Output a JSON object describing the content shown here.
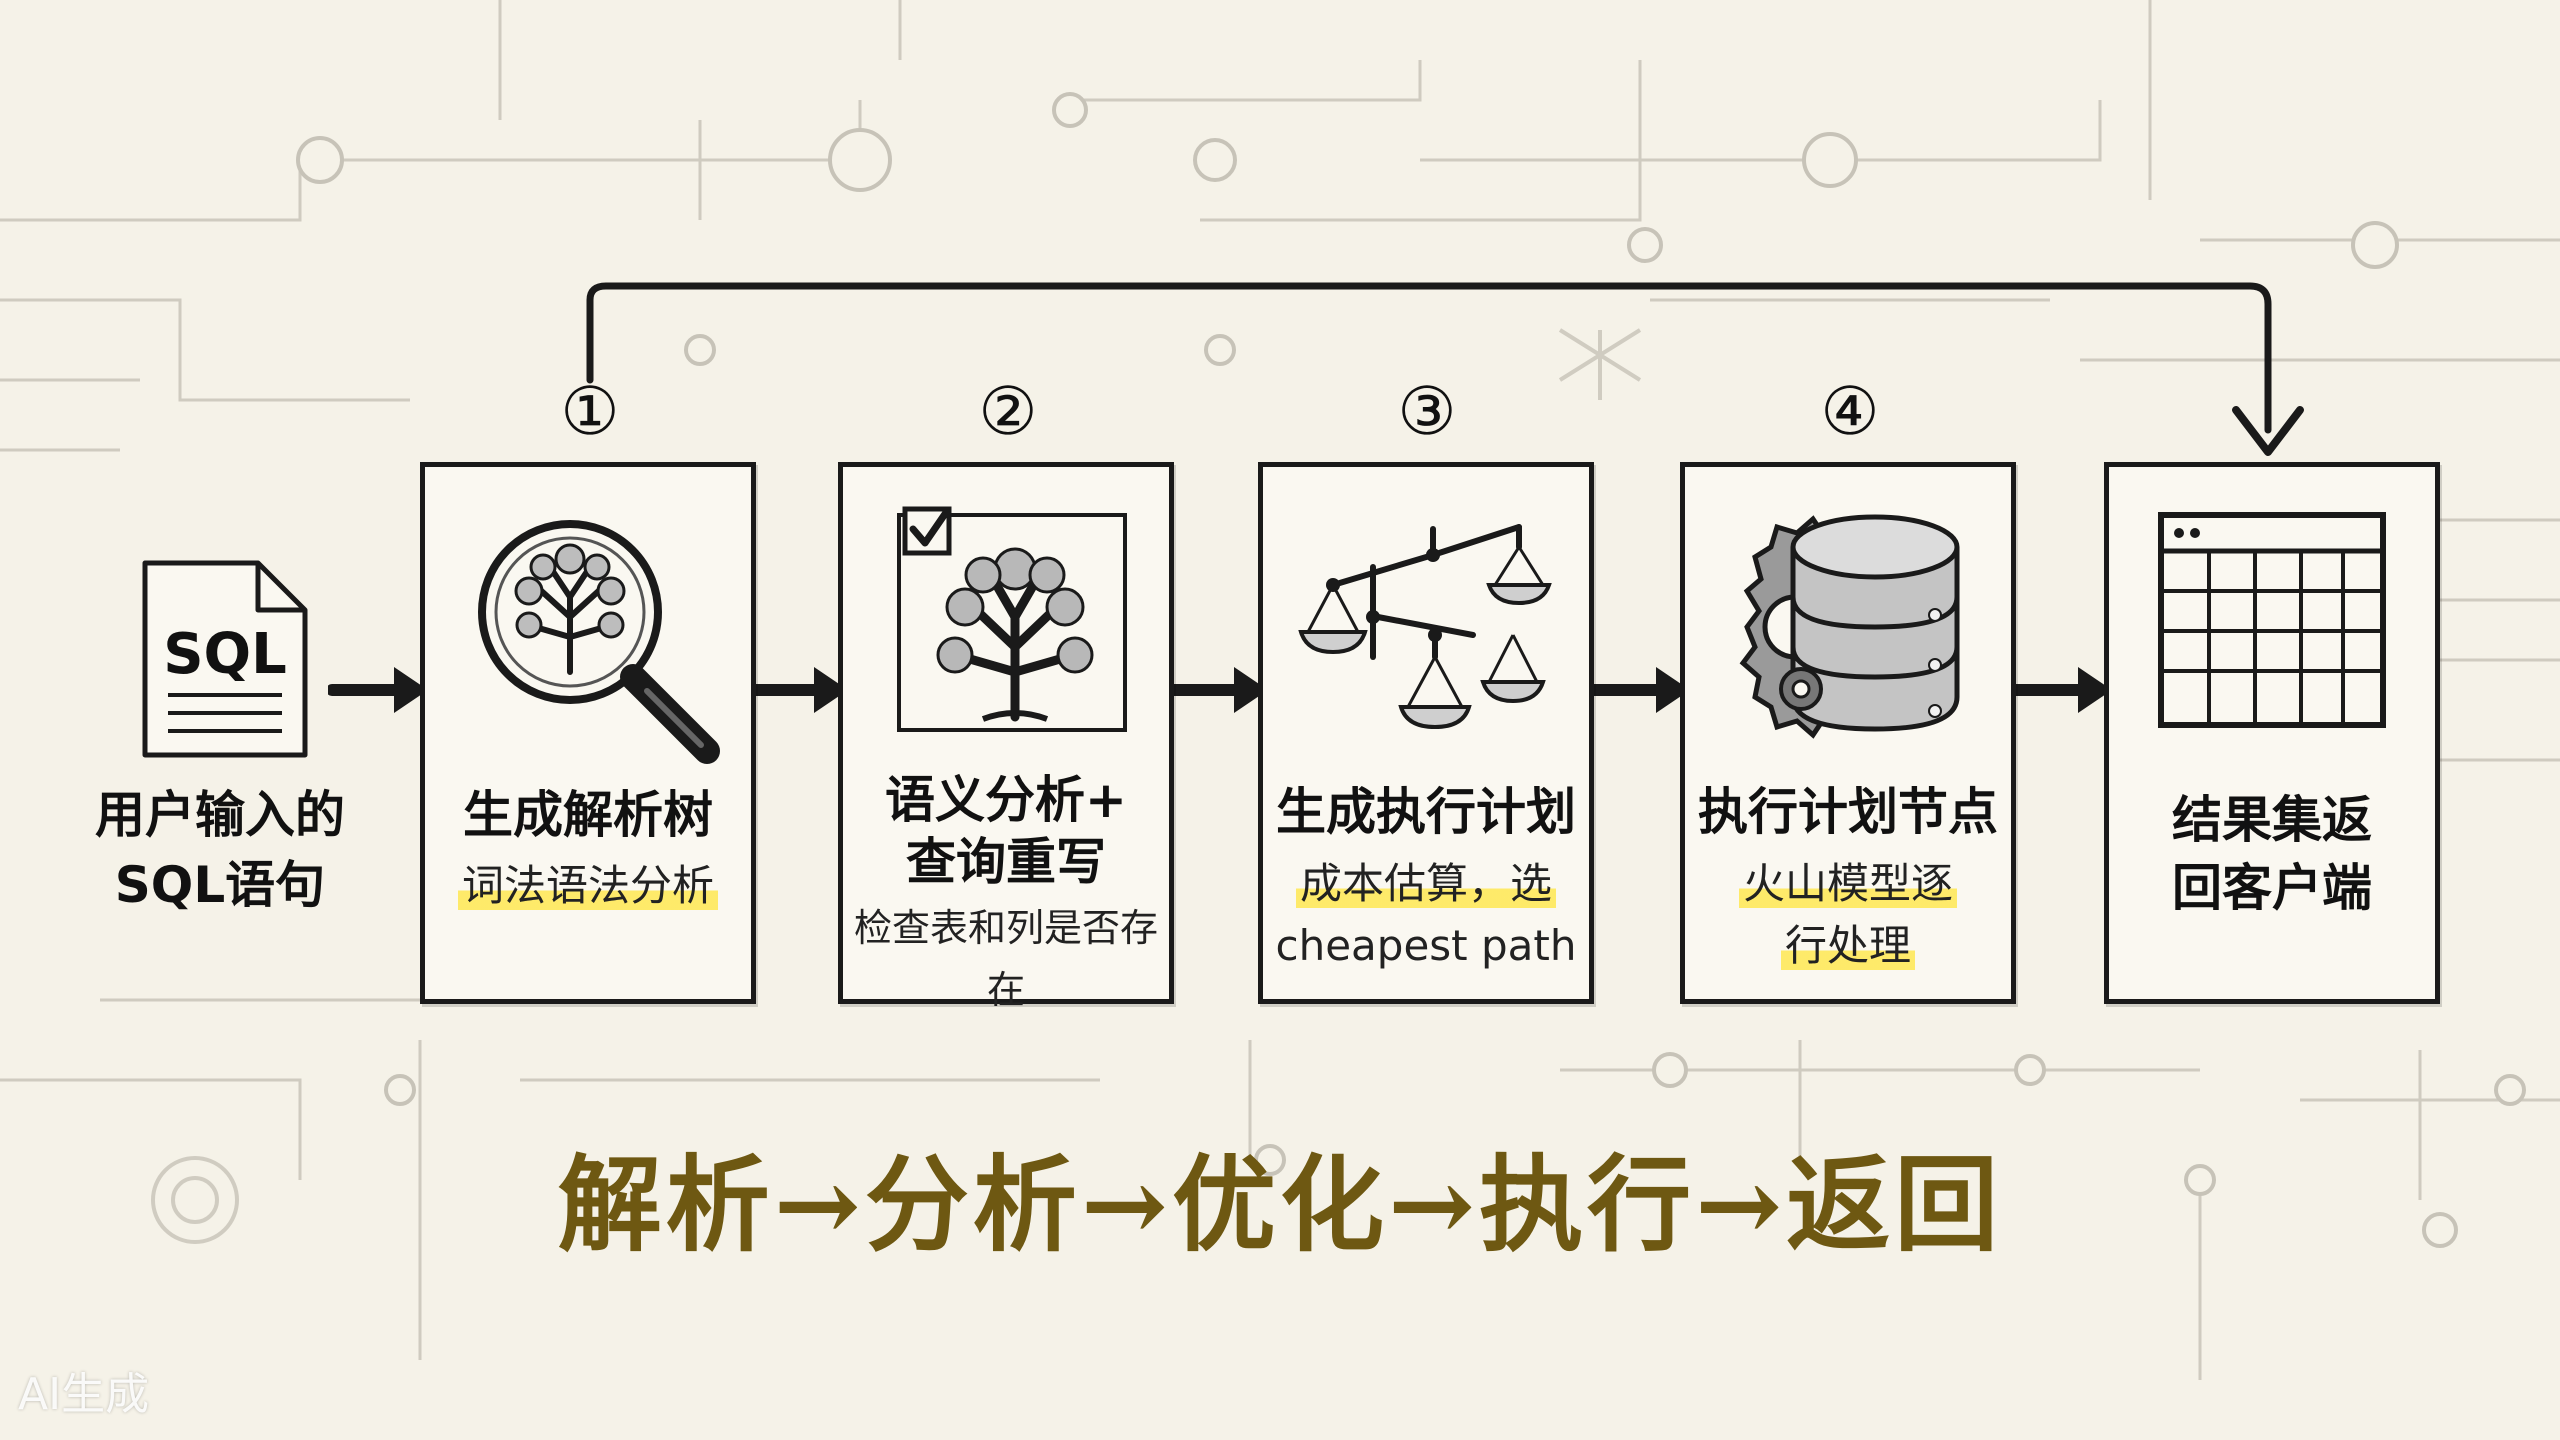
{
  "input": {
    "file_label": "SQL",
    "label_line1": "用户输入的",
    "label_line2": "SQL语句",
    "icon": "sql-file-icon"
  },
  "steps": [
    {
      "number": "①",
      "title": "生成解析树",
      "sub_line1": "词法语法分析",
      "sub_line2": "",
      "icon": "magnifier-tree-icon"
    },
    {
      "number": "②",
      "title_line1": "语义分析+",
      "title_line2": "查询重写",
      "sub_line1": "检查表和列是否存在",
      "icon": "checked-tree-icon"
    },
    {
      "number": "③",
      "title": "生成执行计划",
      "sub_line1": "成本估算，选",
      "sub_line2": "cheapest path",
      "icon": "balance-scales-icon"
    },
    {
      "number": "④",
      "title": "执行计划节点",
      "sub_line1": "火山模型逐",
      "sub_line2": "行处理",
      "icon": "database-gear-icon"
    }
  ],
  "result": {
    "title_line1": "结果集返",
    "title_line2": "回客户端",
    "icon": "result-grid-icon"
  },
  "footer": "解析→分析→优化→执行→返回",
  "watermark": "AI生成",
  "colors": {
    "highlight": "#ffe63c",
    "footer": "#6e5812",
    "ink": "#1a1a1a",
    "paper": "#f5f2e8"
  }
}
